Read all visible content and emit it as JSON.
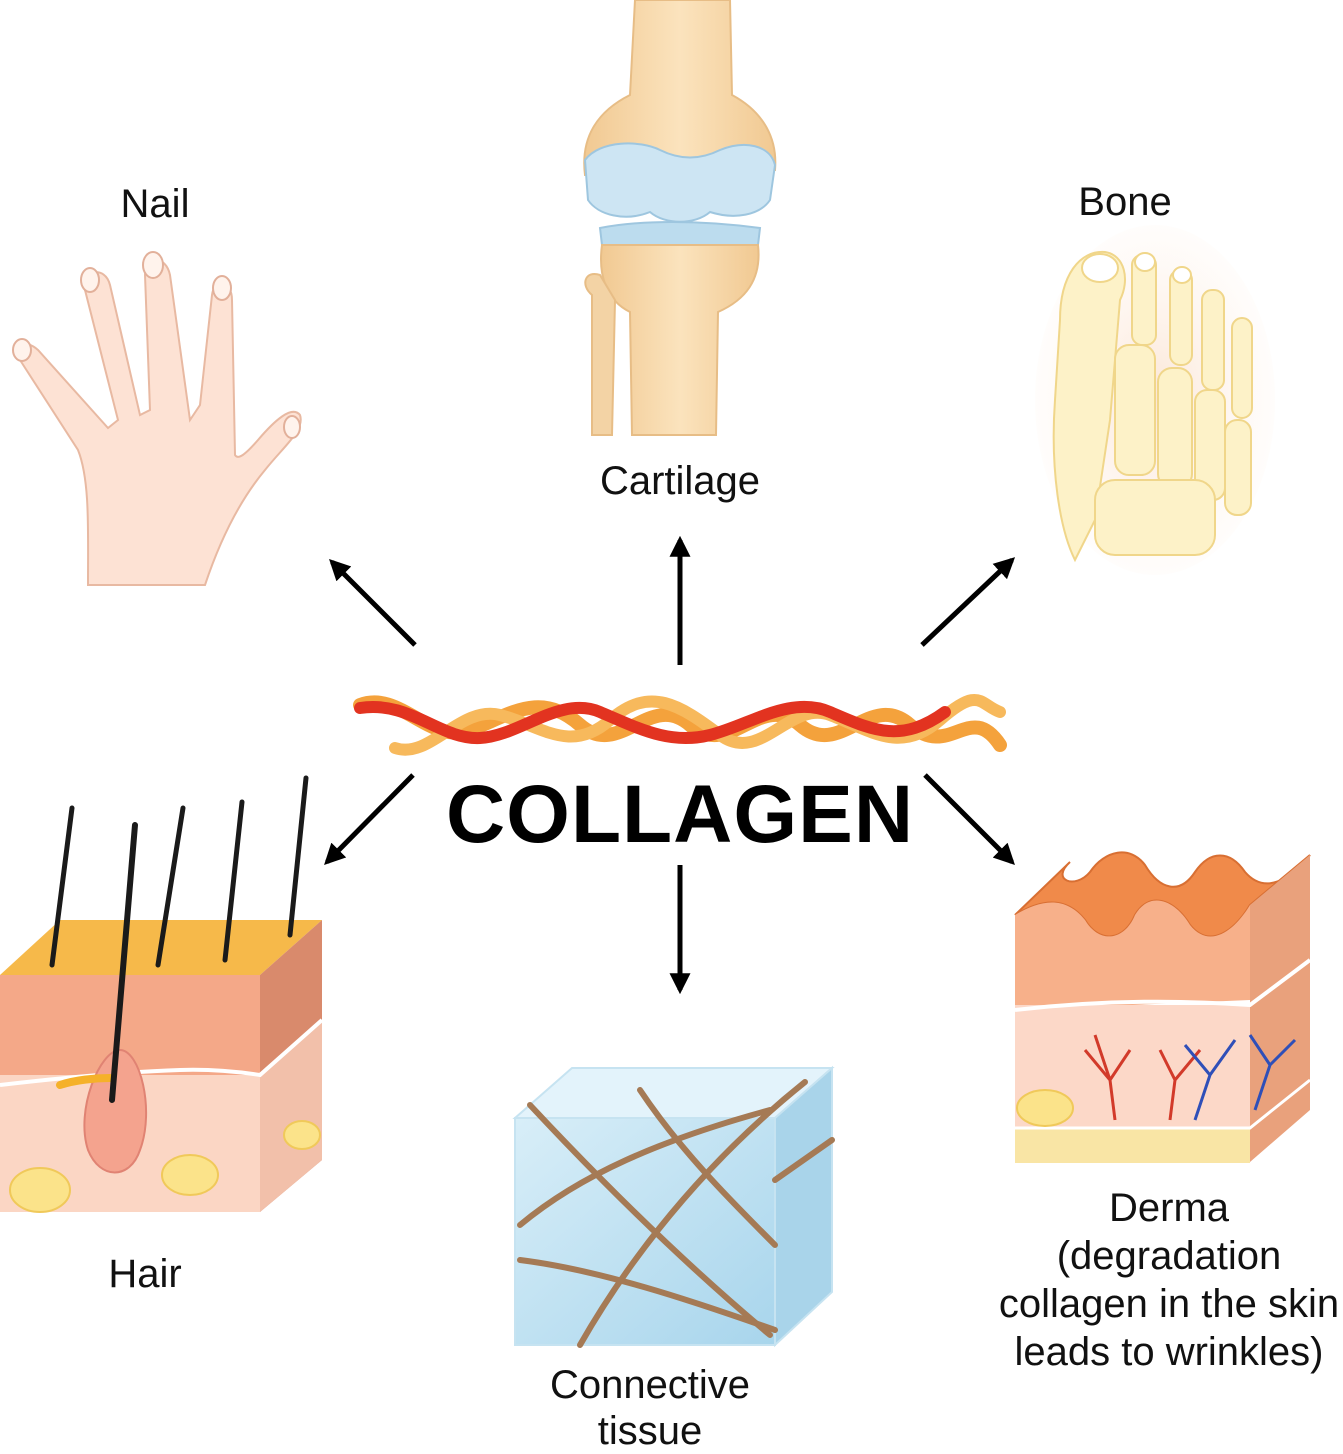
{
  "title": "COLLAGEN",
  "labels": {
    "nail": "Nail",
    "cartilage": "Cartilage",
    "bone": "Bone",
    "hair": "Hair",
    "connective": [
      "Connective",
      "tissue"
    ],
    "derma": [
      "Derma",
      "(degradation",
      "collagen in the skin",
      "leads to wrinkles)"
    ]
  },
  "icons": {
    "hand": "hand-icon",
    "knee": "knee-joint-icon",
    "foot": "foot-bones-icon",
    "hair": "hair-follicle-skin-icon",
    "tissue": "connective-tissue-cube-icon",
    "skin": "wrinkled-skin-icon",
    "fiber": "collagen-fiber-icon"
  },
  "colors": {
    "fiber_red": "#e23320",
    "fiber_orange": "#f4a23c",
    "skin": "#fbe0d2",
    "bone": "#f3d9a8",
    "cartilage": "#c9e2f2",
    "tissue": "#bfe1f1",
    "hair_skin_top": "#f6b94a",
    "derma_top": "#f08a4a"
  }
}
